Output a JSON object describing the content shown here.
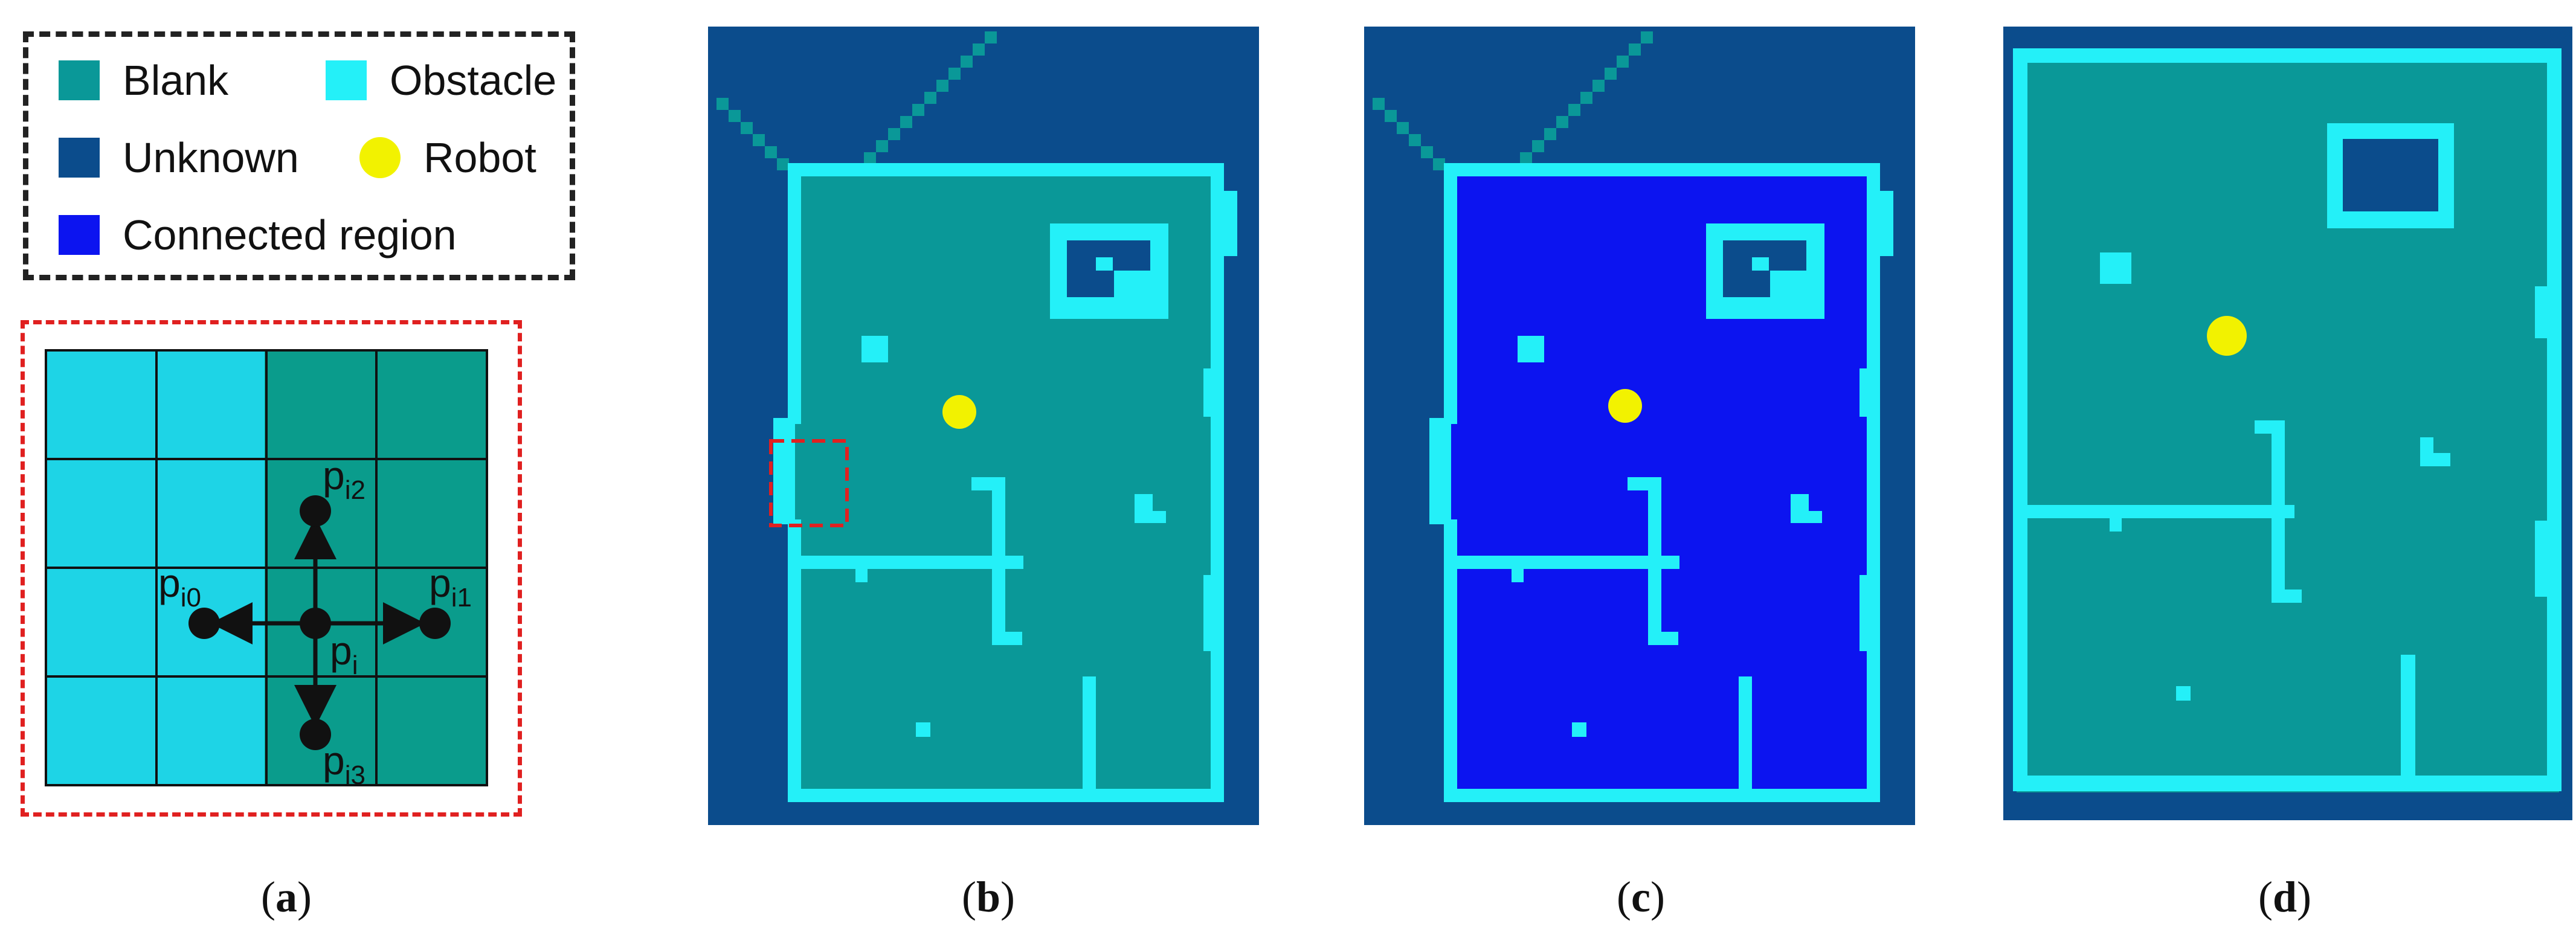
{
  "colors": {
    "blank": "#0a9898",
    "obstacle": "#24f0f8",
    "unknown": "#0b4c8c",
    "robot": "#f2f200",
    "connected": "#0c14f0",
    "grid_obstacle": "#1ed4e6",
    "grid_blank": "#0a9c8c",
    "highlight": "#e02020"
  },
  "legend": {
    "blank": "Blank",
    "obstacle": "Obstacle",
    "unknown": "Unknown",
    "robot": "Robot",
    "connected": "Connected region"
  },
  "grid": {
    "labels": {
      "pi": "p",
      "pi_sub": "i",
      "pi0": "p",
      "pi0_sub": "i0",
      "pi1": "p",
      "pi1_sub": "i1",
      "pi2": "p",
      "pi2_sub": "i2",
      "pi3": "p",
      "pi3_sub": "i3"
    }
  },
  "captions": {
    "a": "a",
    "b": "b",
    "c": "c",
    "d": "d"
  }
}
